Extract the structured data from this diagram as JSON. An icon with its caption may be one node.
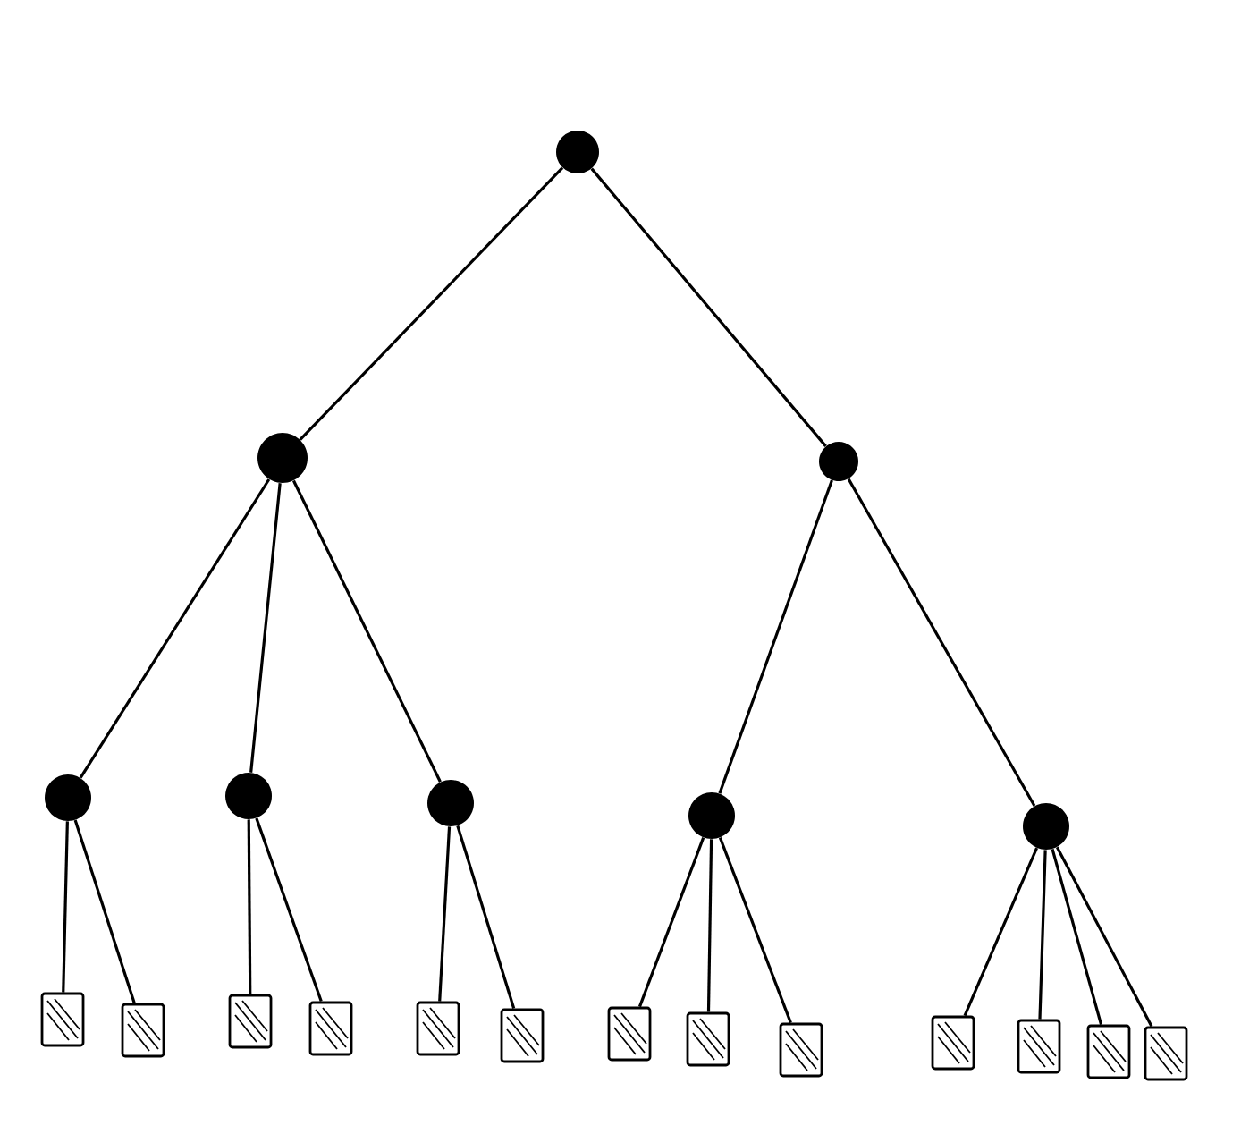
{
  "diagram": {
    "nodes": [
      {
        "text": [],
        "shape": "circle"
      },
      {
        "text": [],
        "shape": "circle"
      },
      {
        "text": [],
        "shape": "circle"
      },
      {
        "text": [],
        "shape": "circle"
      },
      {
        "text": [],
        "shape": "circle"
      },
      {
        "text": [],
        "shape": "circle"
      },
      {
        "text": [],
        "shape": "circle"
      },
      {
        "text": [],
        "shape": "circle"
      },
      {
        "text": [],
        "shape": "box"
      },
      {
        "text": [],
        "shape": "box"
      },
      {
        "text": [],
        "shape": "box"
      },
      {
        "text": [],
        "shape": "box"
      },
      {
        "text": [],
        "shape": "box"
      },
      {
        "text": [],
        "shape": "box"
      },
      {
        "text": [],
        "shape": "box"
      },
      {
        "text": [],
        "shape": "box"
      },
      {
        "text": [],
        "shape": "box"
      },
      {
        "text": [],
        "shape": "box"
      },
      {
        "text": [],
        "shape": "box"
      },
      {
        "text": [],
        "shape": "box"
      },
      {
        "text": [],
        "shape": "box"
      }
    ],
    "edges": [
      {
        "from": 0,
        "to": 1,
        "arrow": "none"
      },
      {
        "from": 0,
        "to": 2,
        "arrow": "none"
      },
      {
        "from": 1,
        "to": 3,
        "arrow": "none"
      },
      {
        "from": 1,
        "to": 4,
        "arrow": "none"
      },
      {
        "from": 1,
        "to": 5,
        "arrow": "none"
      },
      {
        "from": 2,
        "to": 6,
        "arrow": "none"
      },
      {
        "from": 2,
        "to": 7,
        "arrow": "none"
      },
      {
        "from": 3,
        "to": 8,
        "arrow": "none"
      },
      {
        "from": 3,
        "to": 9,
        "arrow": "none"
      },
      {
        "from": 4,
        "to": 10,
        "arrow": "none"
      },
      {
        "from": 4,
        "to": 11,
        "arrow": "none"
      },
      {
        "from": 5,
        "to": 12,
        "arrow": "none"
      },
      {
        "from": 5,
        "to": 13,
        "arrow": "none"
      },
      {
        "from": 6,
        "to": 14,
        "arrow": "none"
      },
      {
        "from": 6,
        "to": 15,
        "arrow": "none"
      },
      {
        "from": 6,
        "to": 16,
        "arrow": "none"
      },
      {
        "from": 7,
        "to": 17,
        "arrow": "none"
      },
      {
        "from": 7,
        "to": 18,
        "arrow": "none"
      },
      {
        "from": 7,
        "to": 19,
        "arrow": "none"
      },
      {
        "from": 7,
        "to": 20,
        "arrow": "none"
      }
    ]
  }
}
